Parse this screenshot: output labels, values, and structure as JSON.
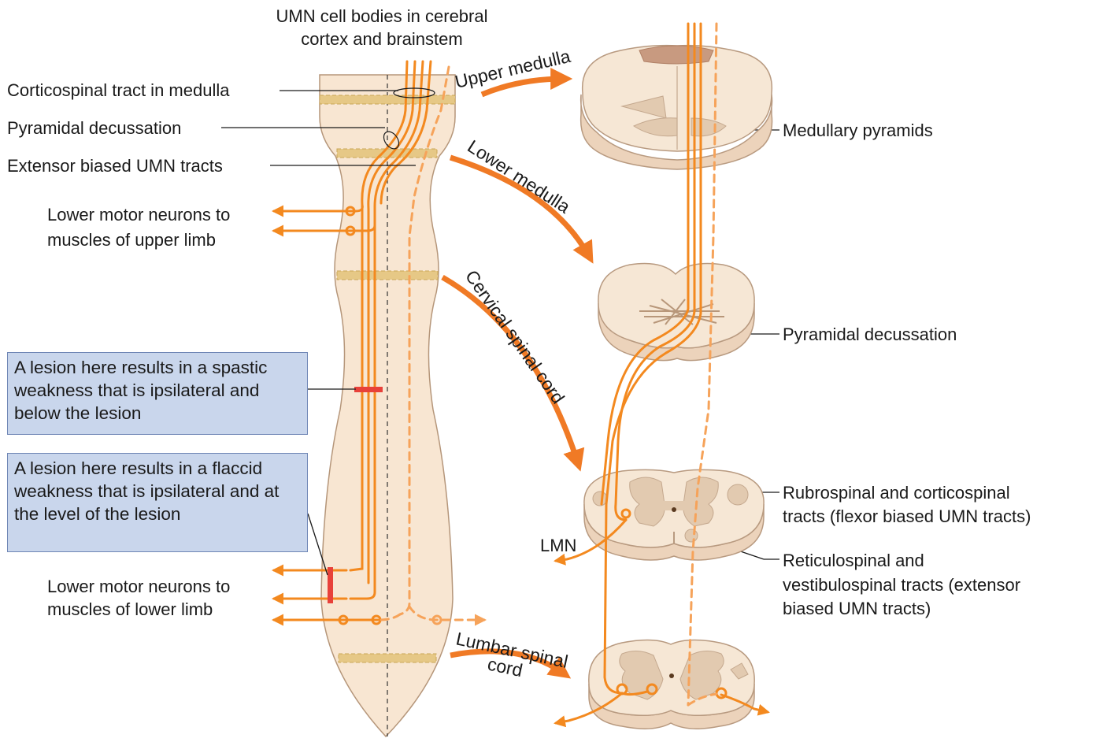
{
  "labels": {
    "umn_cell_bodies_line1": "UMN cell bodies in cerebral",
    "umn_cell_bodies_line2": "cortex and brainstem",
    "corticospinal_medulla": "Corticospinal tract in medulla",
    "pyramidal_decussation_left": "Pyramidal decussation",
    "extensor_biased": "Extensor biased UMN tracts",
    "lmn_upper_line1": "Lower motor neurons to",
    "lmn_upper_line2": "muscles of upper limb",
    "lmn_lower_line1": "Lower motor neurons to",
    "lmn_lower_line2": "muscles of lower limb",
    "upper_medulla": "Upper medulla",
    "lower_medulla": "Lower medulla",
    "cervical_spinal_cord": "Cervical spinal cord",
    "lumbar_line1": "Lumbar spinal",
    "lumbar_line2": "cord",
    "medullary_pyramids": "Medullary pyramids",
    "pyramidal_decussation_right": "Pyramidal decussation",
    "rubrospinal_line1": "Rubrospinal and corticospinal",
    "rubrospinal_line2": "tracts (flexor biased UMN tracts)",
    "reticulo_line1": "Reticulospinal and",
    "reticulo_line2": "vestibulospinal tracts (extensor",
    "reticulo_line3": "biased UMN tracts)",
    "lmn": "LMN"
  },
  "boxes": {
    "spastic": "A lesion here results in a spastic weakness that is ipsilateral and below the lesion",
    "flaccid": "A lesion here results in a flaccid weakness that is ipsilateral and at the level of the lesion"
  },
  "colors": {
    "tract": "#f3891f",
    "lesion": "#e8413a",
    "box_fill": "#c9d6ec",
    "cord_fill": "#f8e6d2",
    "arrow": "#f07a25"
  }
}
